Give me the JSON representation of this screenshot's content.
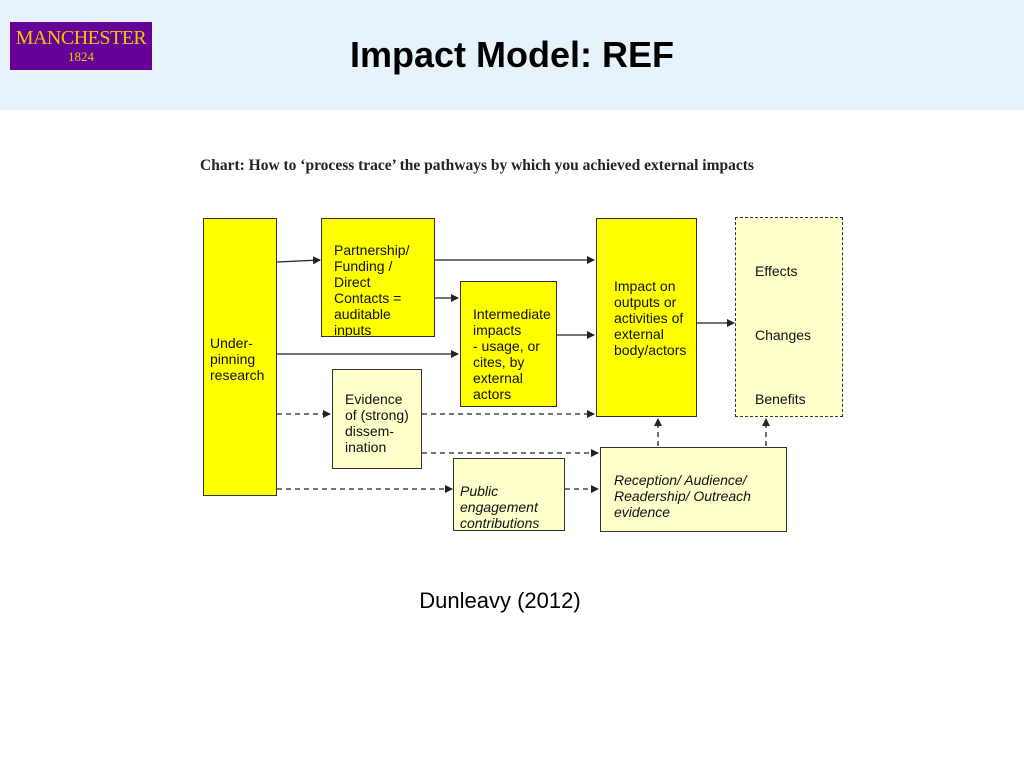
{
  "logo": {
    "name": "MANCHESTER",
    "year": "1824"
  },
  "slide_title": "Impact Model: REF",
  "chart_caption": "Chart: How to ‘process trace’ the pathways by which you achieved external impacts",
  "boxes": {
    "underpinning": "Under-\npinning\nresearch",
    "partnership": "Partnership/\nFunding /\nDirect\nContacts =\nauditable\ninputs",
    "intermediate": "Intermediate\nimpacts\n- usage, or\ncites, by\nexternal\nactors",
    "evidence": "Evidence\nof (strong)\ndissem-\nination",
    "public": "Public\nengagement\ncontributions",
    "impact": "Impact on\noutputs or\nactivities of\nexternal\nbody/actors",
    "reception": "Reception/ Audience/\nReadership/ Outreach\nevidence\n\n-",
    "effects": {
      "effects": "Effects",
      "changes": "Changes",
      "benefits": "Benefits"
    }
  },
  "source_credit": "Dunleavy (2012)"
}
